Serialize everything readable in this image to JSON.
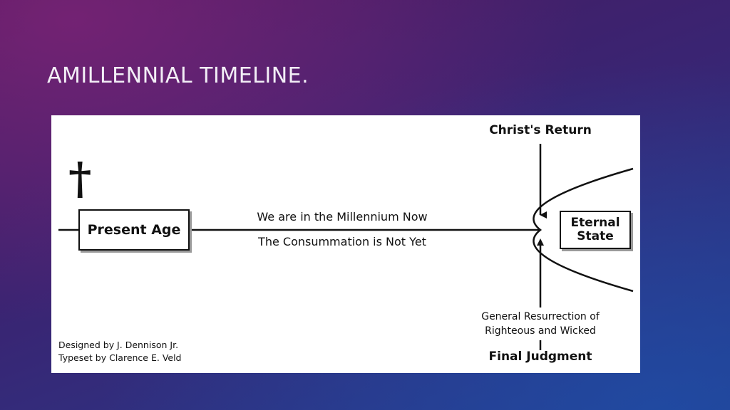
{
  "slide": {
    "title": "AMILLENNIAL TIMELINE."
  },
  "diagram": {
    "cross_symbol": "†",
    "present_age": "Present Age",
    "millennium_now": "We are in the Millennium Now",
    "consummation_not_yet": "The Consummation is Not Yet",
    "christs_return": "Christ's Return",
    "eternal_state_line1": "Eternal",
    "eternal_state_line2": "State",
    "resurrection_line1": "General Resurrection of",
    "resurrection_line2": "Righteous and Wicked",
    "final_judgment": "Final Judgment",
    "credit_designer": "Designed by  J. Dennison Jr.",
    "credit_typesetter": "Typeset by  Clarence E. Veld"
  },
  "colors": {
    "ink": "#111111",
    "box_shadow": "#9a9a9a",
    "panel": "#ffffff",
    "title": "#f2eef6"
  }
}
